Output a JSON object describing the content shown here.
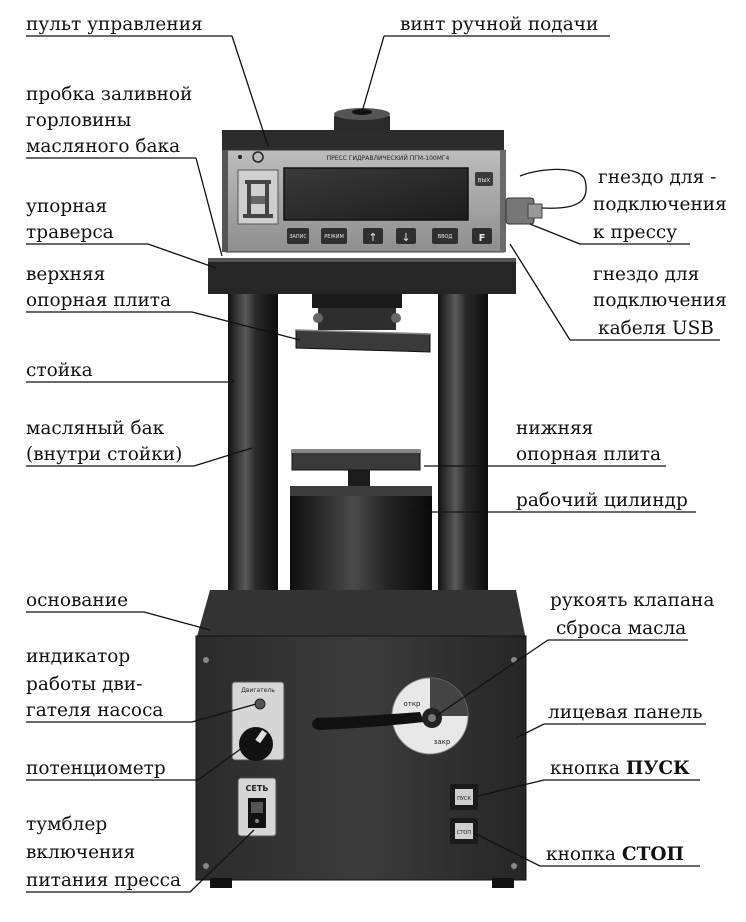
{
  "labels": {
    "control_panel": "пульт управления",
    "manual_feed_screw": "винт ручной подачи",
    "filler_plug_1": "пробка заливной",
    "filler_plug_2": "горловины",
    "filler_plug_3": "масляного бака",
    "press_socket_1": "гнездо для -",
    "press_socket_2": "подключения",
    "press_socket_3": "к прессу",
    "crossbar_1": "упорная",
    "crossbar_2": "траверса",
    "upper_plate_1": "верхняя",
    "upper_plate_2": "опорная плита",
    "usb_socket_1": "гнездо для",
    "usb_socket_2": "подключения",
    "usb_socket_3": "кабеля USB",
    "column": "стойка",
    "oil_tank_1": "масляный бак",
    "oil_tank_2": "(внутри стойки)",
    "lower_plate_1": "нижняя",
    "lower_plate_2": "опорная плита",
    "cylinder": "рабочий цилиндр",
    "base": "основание",
    "valve_handle_1": "рукоять клапана",
    "valve_handle_2": "сброса масла",
    "indicator_1": "индикатор",
    "indicator_2": "работы дви-",
    "indicator_3": "гателя насоса",
    "front_panel": "лицевая панель",
    "potentiometer": "потенциометр",
    "start_prefix": "кнопка ",
    "start_bold": "ПУСК",
    "switch_1": "тумблер",
    "switch_2": "включения",
    "switch_3": "питания пресса",
    "stop_prefix": "кнопка ",
    "stop_bold": "СТОП"
  },
  "device": {
    "panel_title": "ПРЕСС ГИДРАВЛИЧЕСКИЙ ПГМ-100МГ4",
    "key_1": "ВЫХ",
    "key_2": "ЗАПИС",
    "key_3": "РЕЖИМ",
    "key_up": "↑",
    "key_down": "↓",
    "key_4": "ВВОД",
    "key_f": "F",
    "motor_label": "Двигатель",
    "power_label": "СЕТЬ",
    "valve_open": "откр",
    "valve_closed": "закр",
    "btn_start": "ПУСК",
    "btn_stop": "СТОП"
  }
}
